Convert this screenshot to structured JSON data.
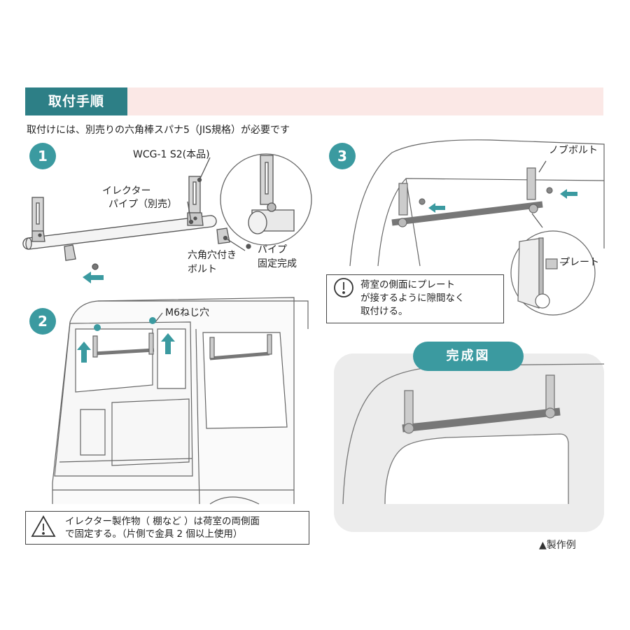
{
  "header": {
    "title": "取付手順"
  },
  "intro": "取付けには、別売りの六角棒スパナ5（JIS規格）が必要です",
  "steps": [
    {
      "number": "1"
    },
    {
      "number": "2"
    },
    {
      "number": "3"
    }
  ],
  "step1": {
    "product_label": "WCG-1 S2(本品)",
    "pipe_label_line1": "イレクター",
    "pipe_label_line2": "パイプ（別売）",
    "bolt_label_line1": "六角穴付き",
    "bolt_label_line2": "ボルト",
    "fixed_label_line1": "パイプ",
    "fixed_label_line2": "固定完成"
  },
  "step2": {
    "hole_label": "M6ねじ穴",
    "warning_line1": "イレクター製作物（ 棚など ）は荷室の両側面",
    "warning_line2": "で固定する。（片側で金具 2 個以上使用）"
  },
  "step3": {
    "knob_label": "ノブボルト",
    "plate_label": "プレート",
    "note_line1": "荷室の側面にプレート",
    "note_line2": "が接するように隙間なく",
    "note_line3": "取付ける。"
  },
  "completed": {
    "title": "完成図",
    "example_label": "▲製作例"
  },
  "icons": [
    "exclamation-icon",
    "warning-triangle-icon",
    "arrow-icon"
  ],
  "colors": {
    "accent": "#3b9aa0",
    "header_tab": "#2d7f86",
    "header_band": "#fbe8e6",
    "arrow": "#3b9aa0"
  }
}
